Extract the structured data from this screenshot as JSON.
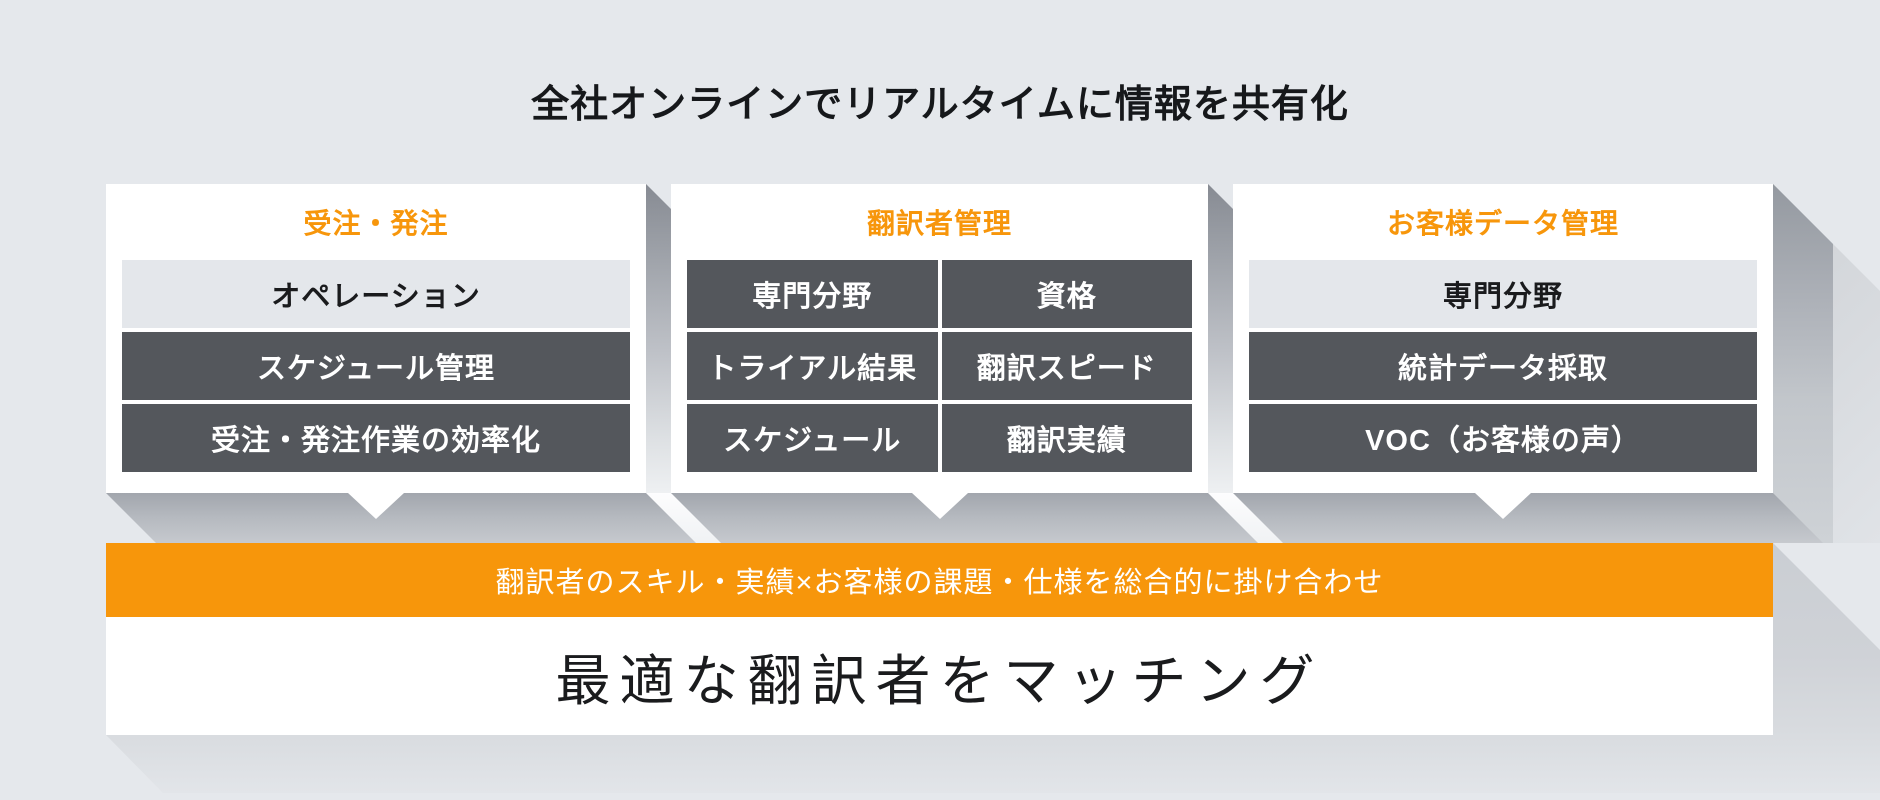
{
  "title": "全社オンラインでリアルタイムに情報を共有化",
  "colors": {
    "background": "#e5e8ec",
    "card_background": "#ffffff",
    "accent_orange": "#f7960b",
    "row_dark": "#54575c",
    "row_light": "#e4e7eb",
    "shadow_gray": "#b5b9bf",
    "text_dark": "#1a1b1d",
    "text_on_dark": "#ffffff"
  },
  "cards": [
    {
      "header": "受注・発注",
      "rows": [
        {
          "label": "オペレーション",
          "variant": "light"
        },
        {
          "label": "スケジュール管理",
          "variant": "dark"
        },
        {
          "label": "受注・発注作業の効率化",
          "variant": "dark"
        }
      ]
    },
    {
      "header": "翻訳者管理",
      "cells": [
        "専門分野",
        "資格",
        "トライアル結果",
        "翻訳スピード",
        "スケジュール",
        "翻訳実績"
      ]
    },
    {
      "header": "お客様データ管理",
      "rows": [
        {
          "label": "専門分野",
          "variant": "light"
        },
        {
          "label": "統計データ採取",
          "variant": "dark"
        },
        {
          "label": "VOC（お客様の声）",
          "variant": "dark"
        }
      ]
    }
  ],
  "band": {
    "headline": "翻訳者のスキル・実績×お客様の課題・仕様を総合的に掛け合わせ",
    "result": "最適な翻訳者をマッチング"
  }
}
